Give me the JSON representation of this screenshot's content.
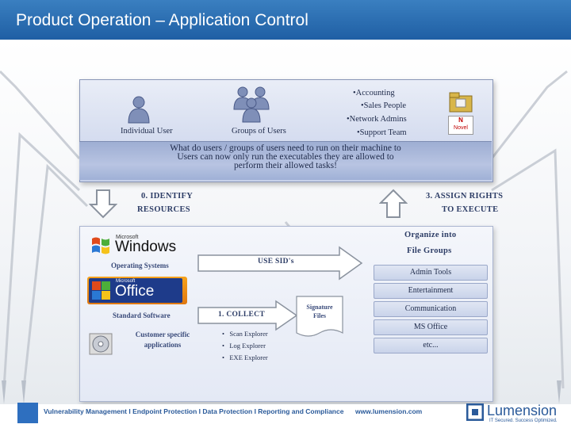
{
  "header": {
    "title": "Product Operation – Application Control"
  },
  "users": {
    "individual_label": "Individual User",
    "groups_label": "Groups of Users",
    "group_items": [
      "•Accounting",
      "•Sales People",
      "•Network Admins",
      "•Support Team"
    ],
    "novell_label": "Novel",
    "question_line1": "What do users / groups of users need to run on their machine to",
    "question_line2": "Users can now only run the executables they are allowed to",
    "question_line3": "perform their allowed tasks!"
  },
  "steps": {
    "identify_line1": "0. IDENTIFY",
    "identify_line2": "RESOURCES",
    "assign_line1": "3. ASSIGN RIGHTS",
    "assign_line2": "TO EXECUTE",
    "collect": "1. COLLECT",
    "use_sids": "USE SID's",
    "organize_line1": "Organize into",
    "organize_line2": "File Groups"
  },
  "resources": {
    "windows_brand": "Windows",
    "microsoft_small": "Microsoft",
    "operating_systems": "Operating Systems",
    "office_brand": "Office",
    "standard_software": "Standard Software",
    "custom_line1": "Customer specific",
    "custom_line2": "applications"
  },
  "collect_items": [
    "Scan Explorer",
    "Log Explorer",
    "EXE Explorer"
  ],
  "signature": {
    "line1": "Signature",
    "line2": "Files"
  },
  "file_groups": [
    "Admin Tools",
    "Entertainment",
    "Communication",
    "MS Office",
    "etc..."
  ],
  "footer": {
    "tagline": "Vulnerability Management I Endpoint Protection I Data Protection I Reporting and Compliance",
    "url": "www.lumension.com",
    "logo": "Lumension",
    "logo_tag": "IT Secured. Success Optimized."
  },
  "colors": {
    "header": "#2a6db5",
    "panel": "#c7d1ea",
    "accent": "#2a5a9a"
  }
}
